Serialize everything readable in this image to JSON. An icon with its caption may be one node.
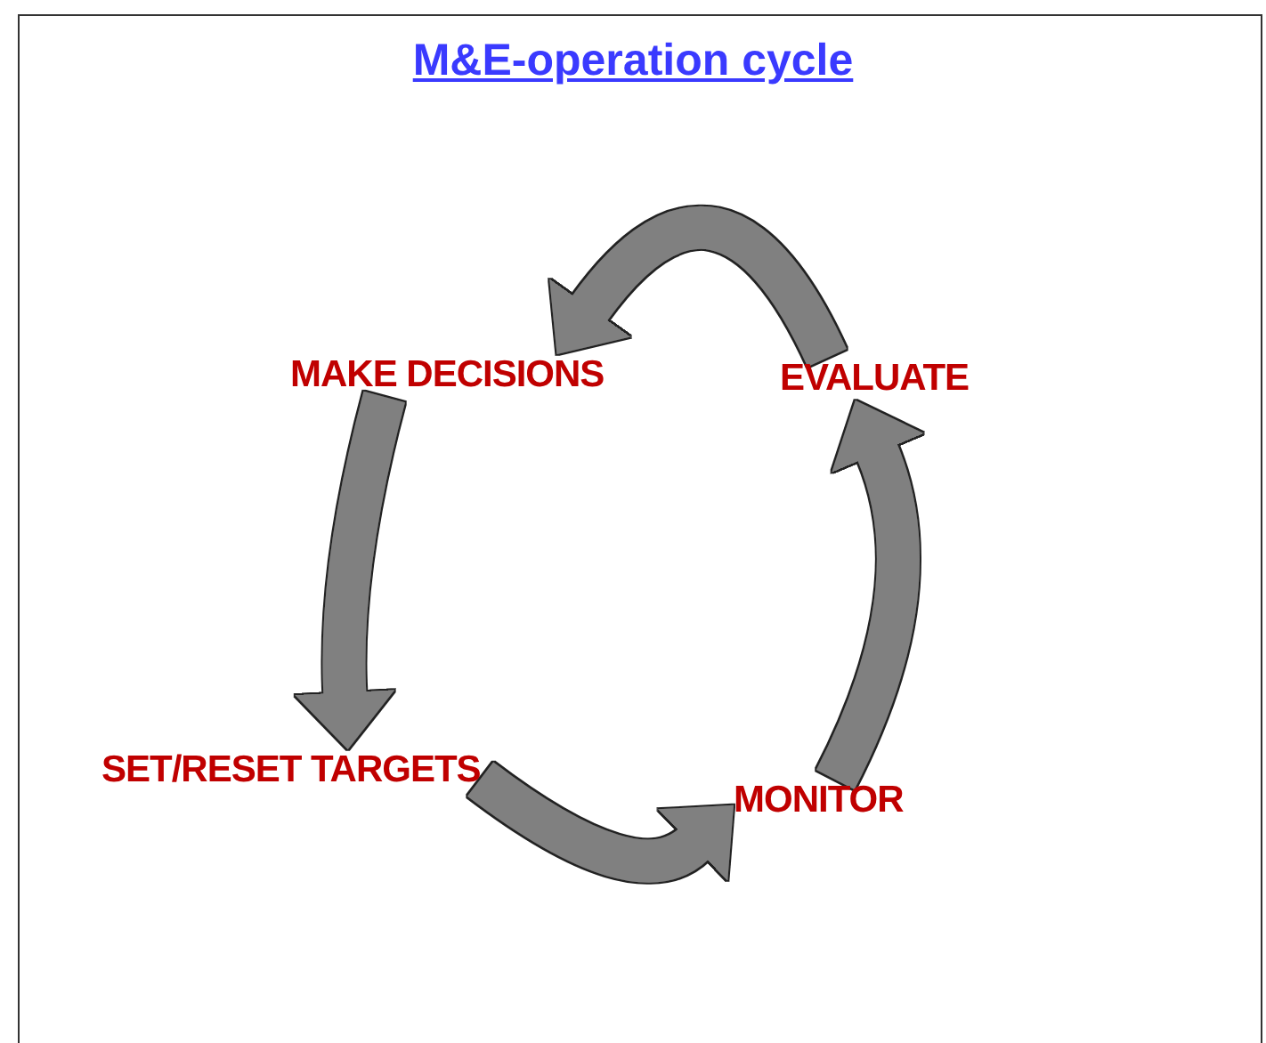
{
  "diagram": {
    "title": "M&E-operation cycle",
    "nodes": [
      {
        "text": [
          "MAKE DECISIONS"
        ]
      },
      {
        "text": [
          "EVALUATE"
        ]
      },
      {
        "text": [
          "SET/RESET TARGETS"
        ]
      },
      {
        "text": [
          "MONITOR"
        ]
      }
    ],
    "edges": [
      {
        "from": 1,
        "to": 0,
        "arrow": "to"
      },
      {
        "from": 0,
        "to": 2,
        "arrow": "to"
      },
      {
        "from": 2,
        "to": 3,
        "arrow": "to"
      },
      {
        "from": 3,
        "to": 1,
        "arrow": "to"
      }
    ]
  }
}
